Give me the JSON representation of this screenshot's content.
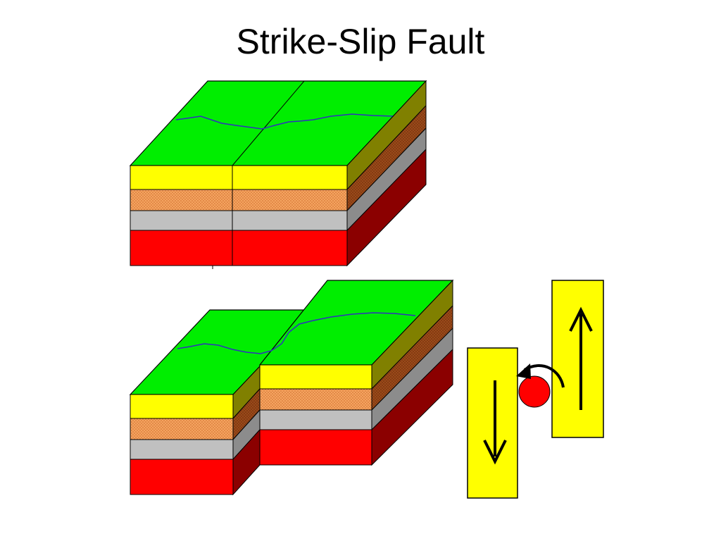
{
  "slide": {
    "title": "Strike-Slip Fault"
  },
  "colors": {
    "surface": "#00ee00",
    "layer_top": "#ffff00",
    "layer_sand": "#f4a460",
    "layer_gray": "#c0c0c0",
    "layer_bottom": "#ff0000",
    "side_top": "#808000",
    "side_sand": "#9a4a1a",
    "side_gray": "#8c8c8c",
    "side_bottom": "#8b0000",
    "river": "#3030c0",
    "plate": "#ffff00",
    "ball": "#ff0000"
  },
  "diagram": {
    "panels": [
      "before-faulting",
      "after-faulting"
    ],
    "legend": {
      "left_plate_motion": "down",
      "right_plate_motion": "up",
      "rotation": "counter-clockwise"
    }
  }
}
